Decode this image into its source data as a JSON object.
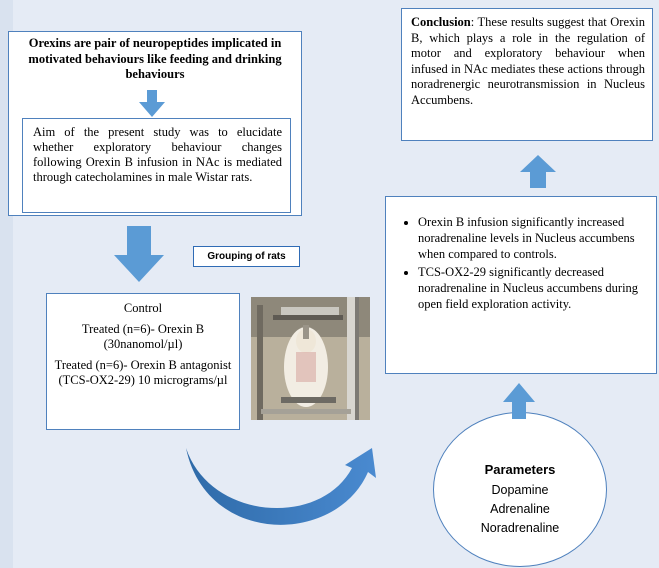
{
  "intro": {
    "heading": "Orexins are pair of neuropeptides implicated in motivated behaviours like feeding and drinking behaviours",
    "aim": "Aim of the present study was to elucidate whether exploratory behaviour changes following Orexin B infusion in NAc is mediated through catecholamines in male Wistar rats."
  },
  "grouping_label": "Grouping of rats",
  "groups": {
    "control": "Control",
    "treated_orexin": "Treated (n=6)- Orexin B (30nanomol/µl)",
    "treated_antagonist": "Treated (n=6)- Orexin B antagonist (TCS-OX2-29) 10 micrograms/µl"
  },
  "parameters": {
    "title": "Parameters",
    "items": [
      "Dopamine",
      "Adrenaline",
      "Noradrenaline"
    ]
  },
  "findings": [
    "Orexin B infusion significantly increased noradrenaline levels in Nucleus accumbens when compared to controls.",
    "TCS-OX2-29 significantly decreased noradrenaline in Nucleus accumbens during open field exploration activity."
  ],
  "conclusion": {
    "label": "Conclusion",
    "text": ": These results suggest that Orexin B, which plays a role in the regulation of motor and exploratory behaviour when infused in NAc mediates these actions through noradrenergic neurotransmission in Nucleus Accumbens."
  },
  "colors": {
    "arrow": "#5b9bd5",
    "box_border": "#4f81bd",
    "background": "#e5ebf5"
  }
}
